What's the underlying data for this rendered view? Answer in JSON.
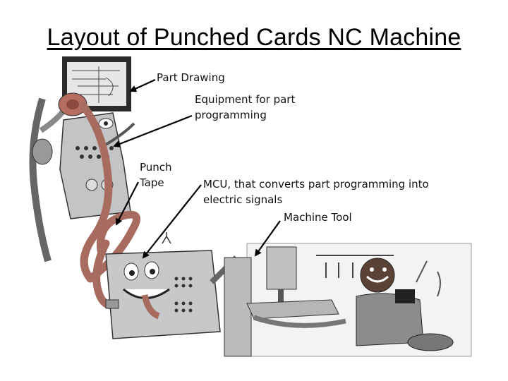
{
  "title": "Layout of Punched Cards NC Machine",
  "labels": {
    "part_drawing": "Part Drawing",
    "equipment_line1": "Equipment for part",
    "equipment_line2": "programming",
    "punch_line1": "Punch",
    "punch_line2": "Tape",
    "mcu_line1": "MCU,  that converts part programming  into",
    "mcu_line2": "electric signals",
    "machine_tool": "Machine Tool"
  },
  "colors": {
    "tape": "#a86b60",
    "machine_gray": "#b9bcbf",
    "dark": "#333333",
    "background": "#ffffff"
  }
}
